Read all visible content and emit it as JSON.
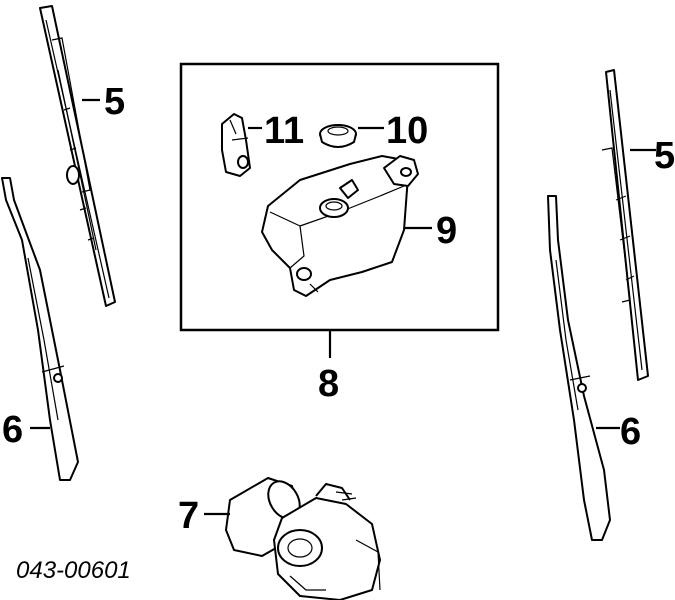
{
  "diagram": {
    "callouts": {
      "wiper_blade_left": "5",
      "wiper_blade_right": "5",
      "wiper_arm_left": "6",
      "wiper_arm_right": "6",
      "wiper_motor": "7",
      "washer_assembly": "8",
      "washer_tank": "9",
      "tank_cap": "10",
      "washer_pump": "11"
    },
    "part_number": "043-00601"
  }
}
